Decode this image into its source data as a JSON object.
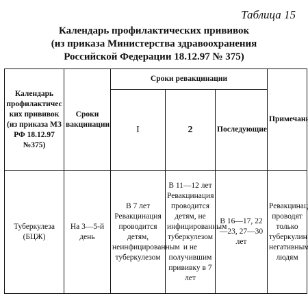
{
  "caption": "Таблица 15",
  "title": {
    "line1": "Календарь профилактических прививок",
    "line2": "(из приказа Министерства здравоохранения",
    "line3": "Российской Федерации 18.12.97 № 375)"
  },
  "table": {
    "headers": {
      "calendar": "Календарь профилактических прививок (из приказа МЗ РФ 18.12.97 №375)",
      "vaccination_terms": "Сроки вакцинации",
      "revaccination_terms": "Сроки ревакцинации",
      "rev1": "I",
      "rev2": "2",
      "rev_subsequent": "Последующие",
      "notes": "Примечания"
    },
    "rows": [
      {
        "infection": "Туберкулеза (БЦЖ)",
        "vaccination": "На 3—5-й день",
        "rev1": "В 7 лет Ревакцинация проводится детям, неинфицированным туберкулезом",
        "rev2": "В 11—12 лет Ревакцинация проводится детям, не инфицированным туберкулезом и не получившим прививку в 7 лет",
        "subsequent": "В 16—17, 22—23, 27—30 лет",
        "notes": "Ревакцинации проводят только туберкулин негативным людям"
      }
    ]
  }
}
